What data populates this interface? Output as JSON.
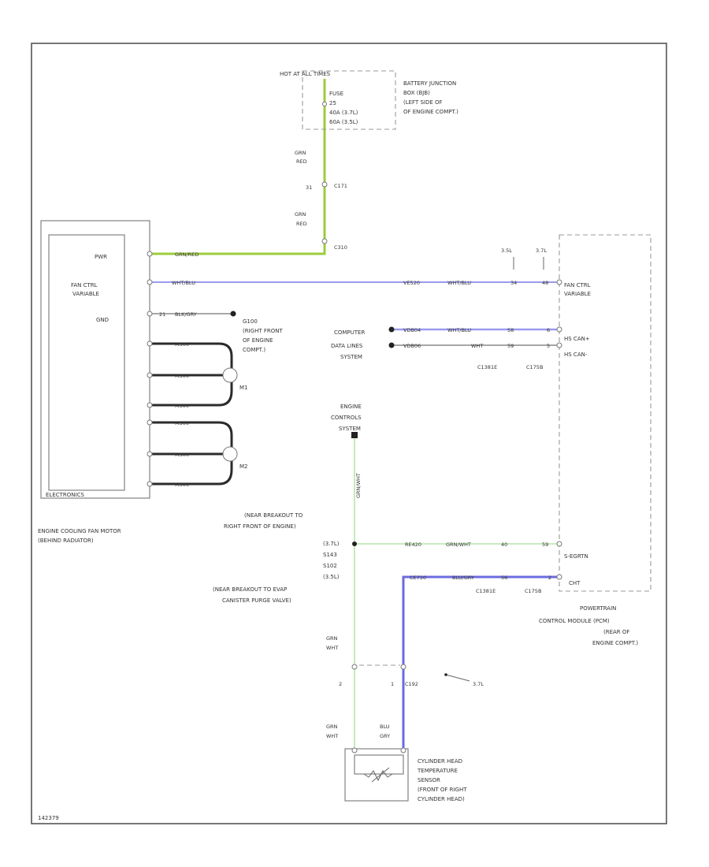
{
  "colors": {
    "ign_wire": "#9ccc3c",
    "pwm_wire": "#9b9bef",
    "ground_wire": "#333333",
    "sensor_signal_wire": "#6b6be0",
    "sensor_return_wire": "#b6e6a8",
    "component_outline": "#777777"
  },
  "hot": {
    "title": "HOT AT ALL TIMES",
    "fuse_lines": [
      "FUSE",
      "25",
      "40A (3.7L)",
      "60A (3.5L)"
    ],
    "location": [
      "BATTERY JUNCTION",
      "BOX (BJB)",
      "(LEFT SIDE OF",
      "OF ENGINE COMPT.)"
    ]
  },
  "upper_wire": {
    "color_code": [
      "GRN",
      "RED"
    ],
    "pin": "31",
    "connector": "C171",
    "color_code_2": [
      "GRN",
      "RED"
    ],
    "connector_2": "C310",
    "run_label": "GRN/RED"
  },
  "fan_module": {
    "pins": [
      "PWR",
      "FAN CTRL",
      "VARIABLE",
      "GND"
    ],
    "module_label": "ELECTRONICS",
    "name_lines": [
      "ENGINE COOLING FAN MOTOR",
      "(BEHIND RADIATOR)"
    ],
    "motor_wire": "M300",
    "motor_a": "M1",
    "motor_b": "M2"
  },
  "pwm_wire": {
    "circuit": "VE520",
    "color": "WHT/BLU",
    "pin_a": "34",
    "pin_b": "48"
  },
  "ground_wire": {
    "pin": "21",
    "color": "BLK/GRY",
    "splice_lines": [
      "G100",
      "(RIGHT FRONT",
      "OF ENGINE",
      "COMPT.)"
    ]
  },
  "data_lines": {
    "label": [
      "COMPUTER",
      "DATA LINES",
      "SYSTEM"
    ],
    "hi": {
      "circuit": "VDB04",
      "color": "WHT/BLU",
      "pin_a": "58",
      "pin_b": "6"
    },
    "lo": {
      "circuit": "VDB06",
      "color": "WHT",
      "pin_a": "59",
      "pin_b": "5"
    }
  },
  "pcm": {
    "top_labels": [
      "3.5L",
      "3.7L"
    ],
    "pins": [
      "FAN CTRL",
      "VARIABLE",
      "HS CAN+",
      "HS CAN-",
      "S-EGRTN",
      "CHT"
    ],
    "connectors_upper": [
      "C1381E",
      "C175B"
    ],
    "connectors_lower": [
      "C1381E",
      "C175B"
    ],
    "name_lines": [
      "POWERTRAIN",
      "CONTROL MODULE (PCM)",
      "(REAR OF",
      "ENGINE COMPT.)"
    ]
  },
  "ecs": {
    "label": [
      "ENGINE",
      "CONTROLS",
      "SYSTEM"
    ],
    "vertical_wire": "GRN/WHT"
  },
  "splice": {
    "note_top": [
      "(NEAR BREAKOUT TO",
      "RIGHT FRONT OF ENGINE)"
    ],
    "ids": [
      "(3.7L)",
      "S143",
      "S102",
      "(3.5L)"
    ],
    "note_bottom": [
      "(NEAR BREAKOUT TO EVAP",
      "CANISTER PURGE VALVE)"
    ]
  },
  "return_wire": {
    "circuit": "RE420",
    "color": "GRN/WHT",
    "pin_a": "40",
    "pin_b": "59"
  },
  "cht_wire": {
    "circuit": "CE710",
    "color": "BLU/GRY",
    "pin_a": "56",
    "pin_b": "2"
  },
  "lower_conn": {
    "gw_color": [
      "GRN",
      "WHT"
    ],
    "pin_left": "2",
    "pin_right": "1",
    "connector": "C192",
    "engine": "3.7L",
    "gw_color_2": [
      "GRN",
      "WHT"
    ],
    "bg_color": [
      "BLU",
      "GRY"
    ]
  },
  "sensor": {
    "name_lines": [
      "CYLINDER HEAD",
      "TEMPERATURE",
      "SENSOR",
      "(FRONT OF RIGHT",
      "CYLINDER HEAD)"
    ]
  },
  "footer": "142379"
}
